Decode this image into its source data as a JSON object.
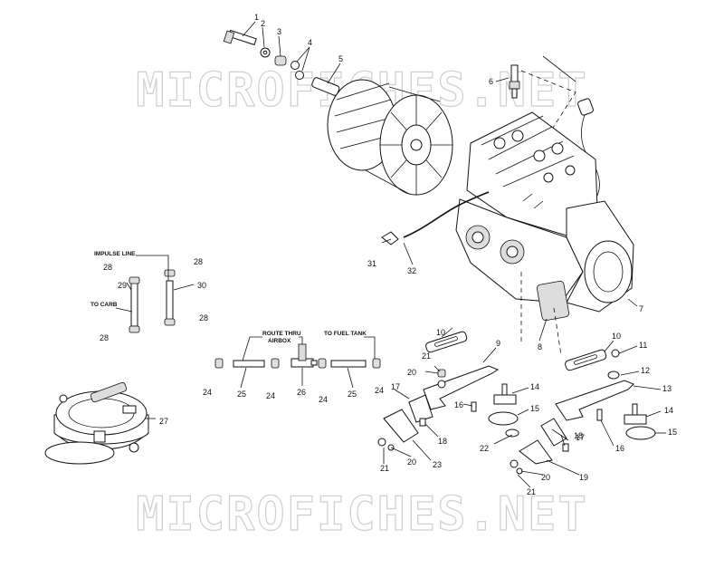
{
  "watermark": {
    "top": "MICROFICHES.NET",
    "bottom": "MICROFICHES.NET"
  },
  "labels": {
    "impulse_line": "IMPULSE LINE",
    "to_carb": "TO CARB",
    "route_thru": "ROUTE THRU",
    "airbox": "AIRBOX",
    "to_fuel_tank": "TO FUEL TANK"
  },
  "callouts": {
    "c1": "1",
    "c2": "2",
    "c3": "3",
    "c4": "4",
    "c5": "5",
    "c6": "6",
    "c7": "7",
    "c8": "8",
    "c9": "9",
    "c10a": "10",
    "c10b": "10",
    "c11": "11",
    "c12": "12",
    "c13": "13",
    "c14a": "14",
    "c14b": "14",
    "c15a": "15",
    "c15b": "15",
    "c16a": "16",
    "c16b": "16",
    "c17a": "17",
    "c17b": "17",
    "c18a": "18",
    "c18b": "18",
    "c19": "19",
    "c20a": "20",
    "c20b": "20",
    "c20c": "20",
    "c21a": "21",
    "c21b": "21",
    "c21c": "21",
    "c22": "22",
    "c23": "23",
    "c24a": "24",
    "c24b": "24",
    "c24c": "24",
    "c24d": "24",
    "c25a": "25",
    "c25b": "25",
    "c26": "26",
    "c27": "27",
    "c28a": "28",
    "c28b": "28",
    "c28c": "28",
    "c28d": "28",
    "c29": "29",
    "c30": "30",
    "c31": "31",
    "c32": "32"
  }
}
